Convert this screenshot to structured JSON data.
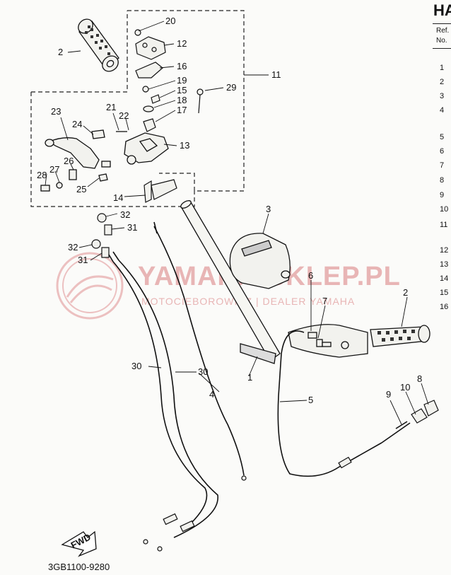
{
  "header": {
    "title_fragment": "HA",
    "ref_label_1": "Ref.",
    "ref_label_2": "No."
  },
  "ref_numbers": [
    "1",
    "2",
    "3",
    "4",
    "5",
    "6",
    "7",
    "8",
    "9",
    "10",
    "11",
    "12",
    "13",
    "14",
    "15",
    "16"
  ],
  "watermark": {
    "brand": "YAMAHA-SKLEP.PL",
    "tagline": "MOTOCIEBOROWICZ | DEALER YAMAHA"
  },
  "diagram": {
    "code": "3GB1100-9280",
    "fwd_label": "FWD",
    "callouts": [
      {
        "id": "c20",
        "label": "20"
      },
      {
        "id": "c12",
        "label": "12"
      },
      {
        "id": "c2a",
        "label": "2"
      },
      {
        "id": "c16",
        "label": "16"
      },
      {
        "id": "c11",
        "label": "11"
      },
      {
        "id": "c19",
        "label": "19"
      },
      {
        "id": "c15",
        "label": "15"
      },
      {
        "id": "c18",
        "label": "18"
      },
      {
        "id": "c17",
        "label": "17"
      },
      {
        "id": "c29",
        "label": "29"
      },
      {
        "id": "c23",
        "label": "23"
      },
      {
        "id": "c21",
        "label": "21"
      },
      {
        "id": "c22",
        "label": "22"
      },
      {
        "id": "c24",
        "label": "24"
      },
      {
        "id": "c13",
        "label": "13"
      },
      {
        "id": "c26",
        "label": "26"
      },
      {
        "id": "c27",
        "label": "27"
      },
      {
        "id": "c28",
        "label": "28"
      },
      {
        "id": "c25",
        "label": "25"
      },
      {
        "id": "c14",
        "label": "14"
      },
      {
        "id": "c32a",
        "label": "32"
      },
      {
        "id": "c31a",
        "label": "31"
      },
      {
        "id": "c32b",
        "label": "32"
      },
      {
        "id": "c31b",
        "label": "31"
      },
      {
        "id": "c3",
        "label": "3"
      },
      {
        "id": "c6",
        "label": "6"
      },
      {
        "id": "c7",
        "label": "7"
      },
      {
        "id": "c2b",
        "label": "2"
      },
      {
        "id": "c30a",
        "label": "30"
      },
      {
        "id": "c30b",
        "label": "30"
      },
      {
        "id": "c1",
        "label": "1"
      },
      {
        "id": "c4",
        "label": "4"
      },
      {
        "id": "c5",
        "label": "5"
      },
      {
        "id": "c9",
        "label": "9"
      },
      {
        "id": "c10",
        "label": "10"
      },
      {
        "id": "c8",
        "label": "8"
      }
    ]
  }
}
